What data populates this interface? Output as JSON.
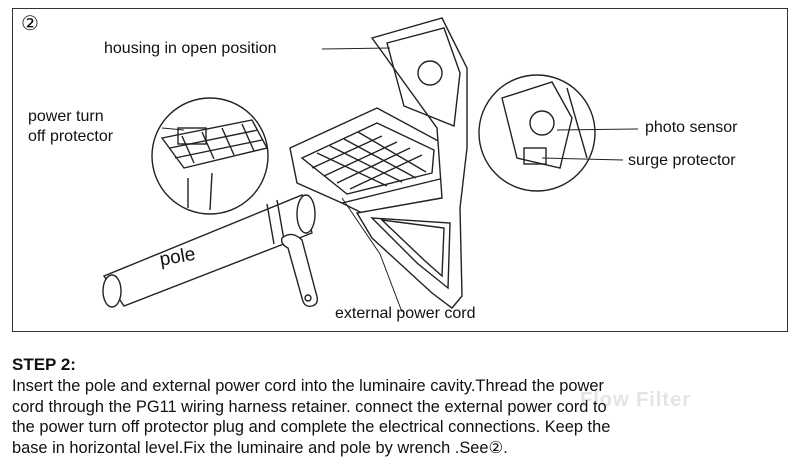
{
  "figure": {
    "step_number": "②",
    "labels": {
      "housing": "housing in open position",
      "power_protector_line1": "power turn",
      "power_protector_line2": "off protector",
      "photo_sensor": "photo sensor",
      "surge_protector": "surge protector",
      "pole": "pole",
      "external_cord": "external power cord"
    }
  },
  "instructions": {
    "title": "STEP 2:",
    "lines": [
      "Insert the pole and external power cord into the luminaire cavity.Thread the power",
      "cord through the PG11 wiring harness retainer. connect the external power cord to",
      "the power turn off protector plug and complete the electrical connections. Keep the",
      "base in horizontal level.Fix the luminaire and pole by wrench .See②."
    ]
  },
  "watermark": "Flow Filter"
}
